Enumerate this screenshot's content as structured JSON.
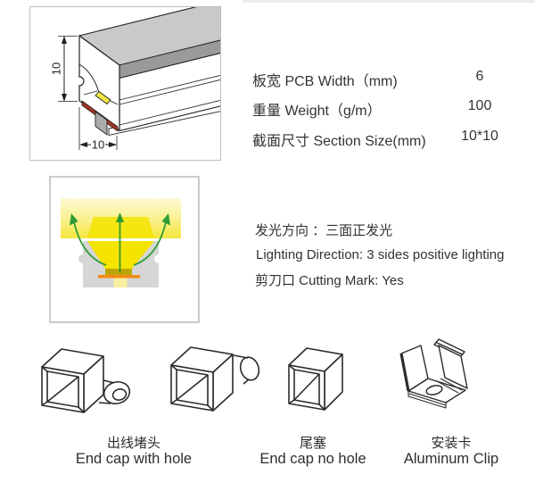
{
  "profile_drawing": {
    "dim_height": "10",
    "dim_width": "10"
  },
  "specs": {
    "rows": [
      {
        "label": "板宽 PCB Width（mm)",
        "value": "6"
      },
      {
        "label": "重量 Weight（g/m）",
        "value": "100"
      },
      {
        "label": "截面尺寸 Section Size(mm)",
        "value": "10*10"
      }
    ]
  },
  "lighting_info": {
    "line1": "发光方向 ：三面正发光",
    "line2": "Lighting Direction: 3 sides positive lighting",
    "line3": "剪刀口 Cutting Mark: Yes"
  },
  "accessories": [
    {
      "name_cn": "出线堵头",
      "name_en": "End cap with hole"
    },
    {
      "name_cn": "尾塞",
      "name_en": "End cap no hole"
    },
    {
      "name_cn": "安装卡",
      "name_en": "Aluminum Clip"
    }
  ],
  "colors": {
    "glow_yellow": "#f5e400",
    "pale_yellow": "#fdfad6",
    "arrow_green": "#2e9b36",
    "pcb_orange": "#f28a12",
    "led_olive": "#bca406",
    "housing_gray": "#d6d6d6",
    "top_face_gray": "#c9c9c9",
    "edge_band_gray": "#9a9a9a",
    "pcb_red": "#a33422"
  }
}
